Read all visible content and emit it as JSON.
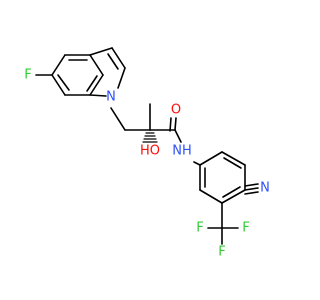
{
  "molecule": {
    "colors": {
      "bond": "#000000",
      "F": "#33cc33",
      "N": "#3050f8",
      "O": "#ff0d0d",
      "background": "#ffffff"
    },
    "labels": {
      "fluoro_5": "F",
      "indole_N": "N",
      "carbonyl_O": "O",
      "hydroxy": "HO",
      "amide_NH": "NH",
      "nitrile_N": "N",
      "cf3_F_top": "F",
      "cf3_F_left": "F",
      "cf3_F_bottom": "F"
    }
  }
}
